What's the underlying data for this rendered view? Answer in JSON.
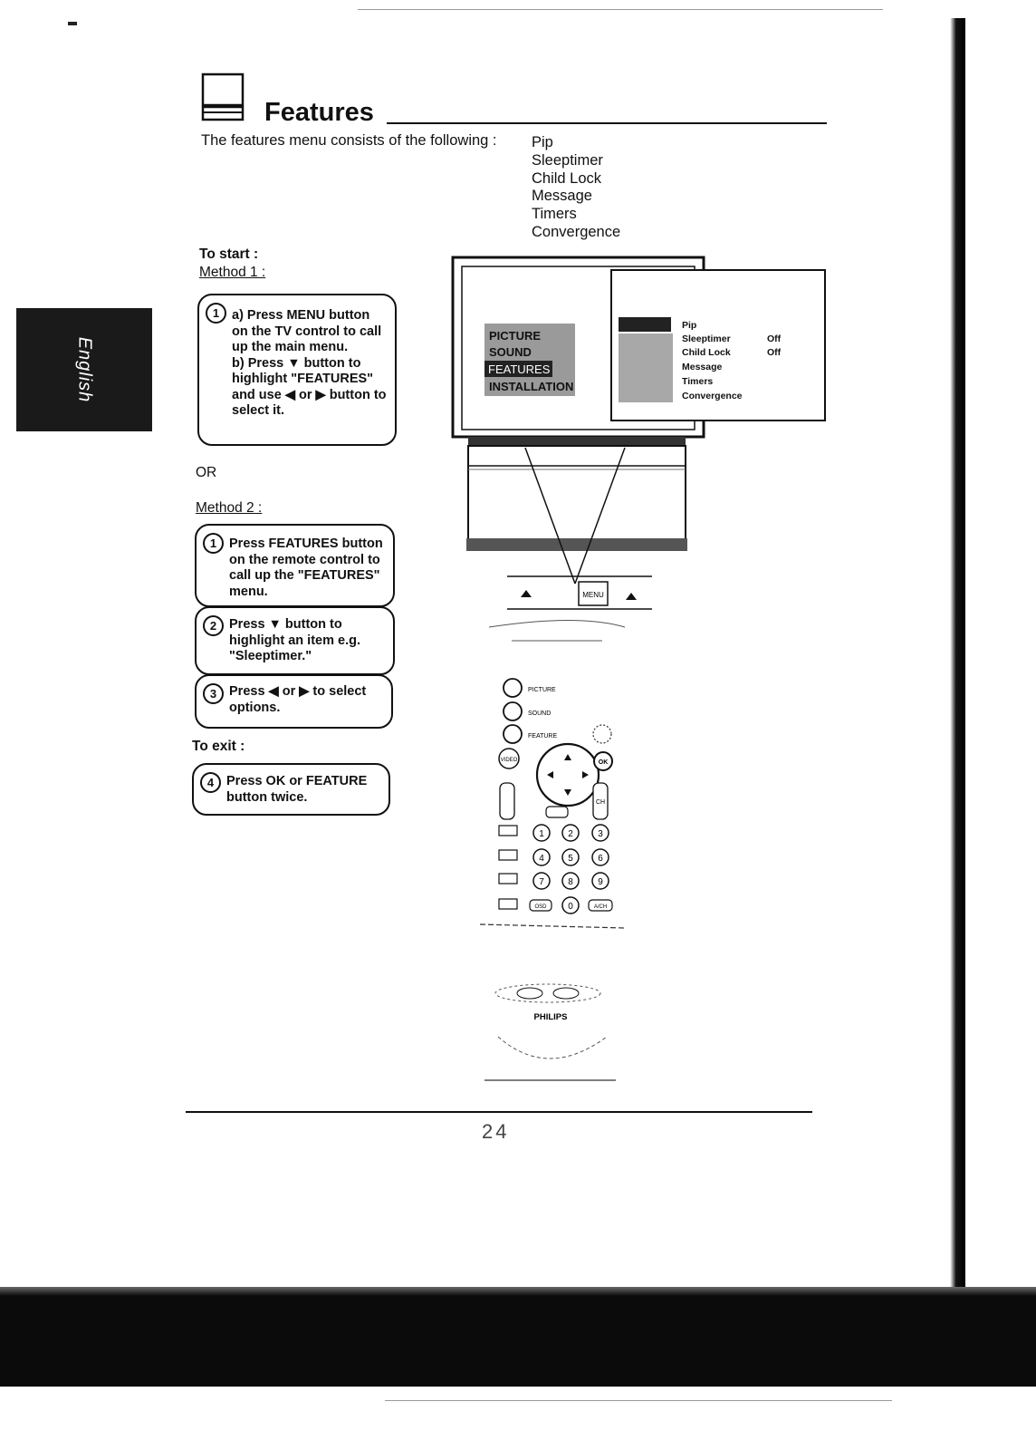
{
  "language_tab": "English",
  "heading": {
    "title": "Features",
    "intro": "The features menu consists of the following :",
    "options": [
      "Pip",
      "Sleeptimer",
      "Child Lock",
      "Message",
      "Timers",
      "Convergence"
    ]
  },
  "labels": {
    "to_start": "To start :",
    "method1": "Method 1 :",
    "or": "OR",
    "method2": "Method 2 :",
    "to_exit": "To exit :"
  },
  "steps": {
    "m1": {
      "num": "1",
      "line_a": "a) Press MENU button on the TV control to call up the main menu.",
      "line_b": "b) Press ▼ button to highlight \"FEATURES\" and use ◀ or ▶ button to select it."
    },
    "m2_1": {
      "num": "1",
      "text": "Press FEATURES button on the remote control to call up the \"FEATURES\" menu."
    },
    "m2_2": {
      "num": "2",
      "text": "Press ▼ button to highlight an item e.g. \"Sleeptimer.\""
    },
    "m2_3": {
      "num": "3",
      "text": "Press ◀ or ▶ to select options."
    },
    "exit": {
      "num": "4",
      "text": "Press OK or FEATURE button twice."
    }
  },
  "tv_screen": {
    "main_menu": [
      "PICTURE",
      "SOUND",
      "FEATURES",
      "INSTALLATION"
    ],
    "sub_menu": [
      {
        "item": "Pip",
        "value": ""
      },
      {
        "item": "Sleeptimer",
        "value": "Off"
      },
      {
        "item": "Child Lock",
        "value": "Off"
      },
      {
        "item": "Message",
        "value": ""
      },
      {
        "item": "Timers",
        "value": ""
      },
      {
        "item": "Convergence",
        "value": ""
      }
    ]
  },
  "tv_controls": {
    "menu_button": "MENU"
  },
  "remote": {
    "side_buttons": [
      "PICTURE",
      "SOUND",
      "FEATURE"
    ],
    "video_button": "VIDEO",
    "ok_button": "OK",
    "channel_label": "CH",
    "digits": [
      "1",
      "2",
      "3",
      "4",
      "5",
      "6",
      "7",
      "8",
      "9",
      "0"
    ],
    "osd_button": "OSD",
    "avn_button": "A/CH",
    "brand": "PHILIPS"
  },
  "page_number": "24"
}
